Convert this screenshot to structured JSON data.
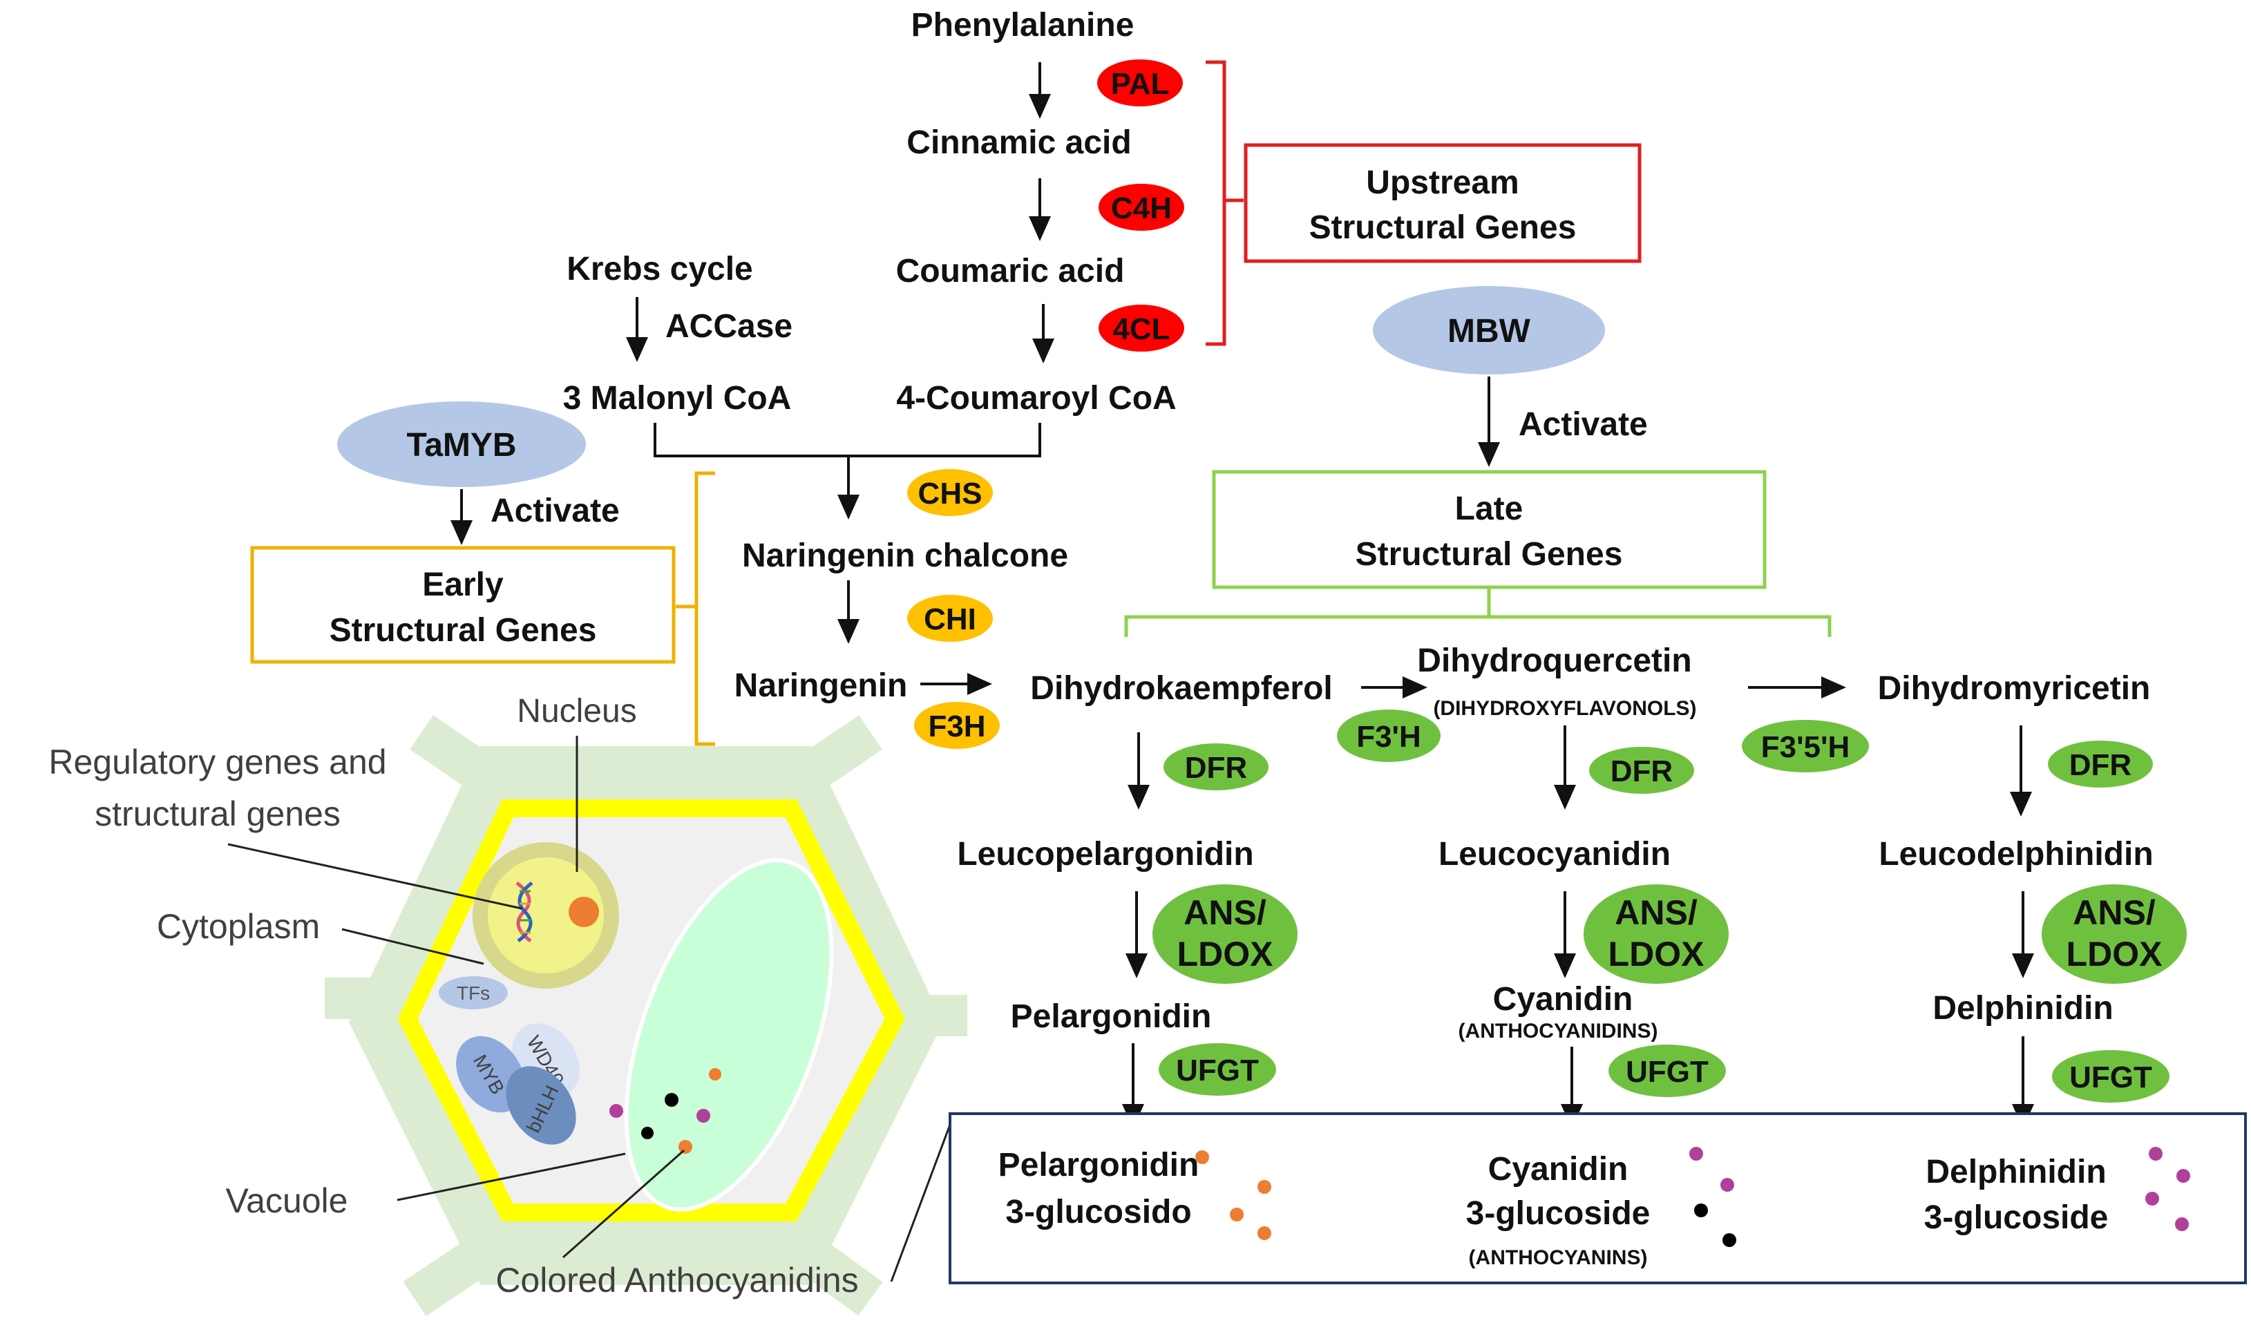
{
  "compounds": {
    "phenylalanine": "Phenylalanine",
    "cinnamic_acid": "Cinnamic acid",
    "coumaric_acid": "Coumaric acid",
    "krebs_cycle": "Krebs cycle",
    "malonyl_coa": "3 Malonyl CoA",
    "coumaroyl_coa": "4-Coumaroyl CoA",
    "naringenin_chalcone": "Naringenin chalcone",
    "naringenin": "Naringenin",
    "dihydrokaempferol": "Dihydrokaempferol",
    "dihydroquercetin": "Dihydroquercetin",
    "dihydroxyflavonols": "(DIHYDROXYFLAVONOLS)",
    "dihydromyricetin": "Dihydromyricetin",
    "leucopelargonidin": "Leucopelargonidin",
    "leucocyanidin": "Leucocyanidin",
    "leucodelphinidin": "Leucodelphinidin",
    "pelargonidin": "Pelargonidin",
    "cyanidin": "Cyanidin",
    "anthocyanidins": "(ANTHOCYANIDINS)",
    "delphinidin": "Delphinidin"
  },
  "products": {
    "pelargonidin_line1": "Pelargonidin",
    "pelargonidin_line2": "3-glucosido",
    "cyanidin_line1": "Cyanidin",
    "cyanidin_line2": "3-glucoside",
    "anthocyanins": "(ANTHOCYANINS)",
    "delphinidin_line1": "Delphinidin",
    "delphinidin_line2": "3-glucoside"
  },
  "enzymes": {
    "pal": "PAL",
    "c4h": "C4H",
    "fourcl": "4CL",
    "accase": "ACCase",
    "chs": "CHS",
    "chi": "CHI",
    "f3h": "F3H",
    "f3prime_h": "F3'H",
    "f35h": "F3'5'H",
    "dfr": "DFR",
    "ans_line1": "ANS/",
    "ans_line2": "LDOX",
    "ufgt": "UFGT"
  },
  "regulators": {
    "tamyb": "TaMYB",
    "mbw": "MBW",
    "activate": "Activate"
  },
  "gene_groups": {
    "upstream_line1": "Upstream",
    "upstream_line2": "Structural Genes",
    "early_line1": "Early",
    "early_line2": "Structural Genes",
    "late_line1": "Late",
    "late_line2": "Structural Genes"
  },
  "cell": {
    "nucleus": "Nucleus",
    "regulatory_line1": "Regulatory genes and",
    "regulatory_line2": "structural genes",
    "cytoplasm": "Cytoplasm",
    "tfs": "TFs",
    "wd40": "WD40",
    "myb": "MYB",
    "bhlh": "bHLH",
    "vacuole": "Vacuole",
    "colored_anthocyanidins": "Colored Anthocyanidins"
  },
  "colors": {
    "upstream_enzyme": "#ff0000",
    "early_enzyme": "#ffc000",
    "late_enzyme": "#70c040",
    "regulator": "#b4c7e7",
    "upstream_box": "#e02020",
    "early_box": "#f0b000",
    "late_box": "#8fd14f",
    "product_box": "#1f3864",
    "pelargonidin_dot": "#ed7d31",
    "cyanidin_dot": "#b0409a",
    "delphinidin_dot": "#b0409a",
    "cell_wall": "#dcecd2",
    "cell_membrane": "#ffff00",
    "vacuole": "#c8ffd8"
  }
}
